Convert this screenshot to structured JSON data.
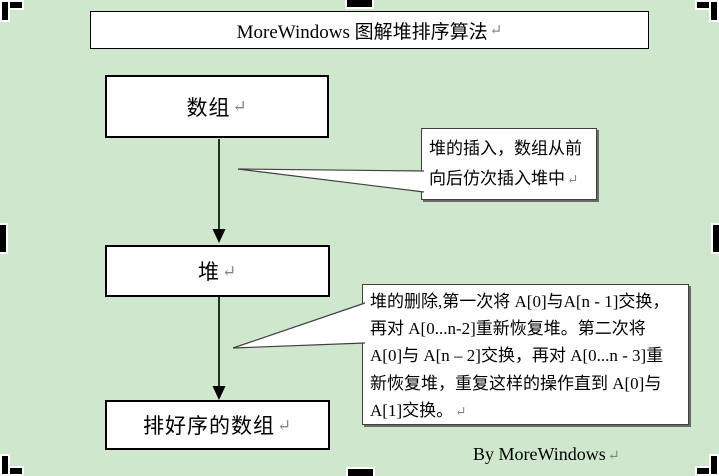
{
  "canvas": {
    "background_color": "#cee7cd",
    "shape_fill_color": "#ffffff",
    "line_color": "#000000",
    "shadow_color": "#6b6b6b"
  },
  "title": {
    "text": "MoreWindows 图解堆排序算法",
    "mark": "↵"
  },
  "flow": {
    "nodes": [
      {
        "label": "数组",
        "mark": "↵"
      },
      {
        "label": "堆",
        "mark": "↵"
      },
      {
        "label": "排好序的数组",
        "mark": "↵"
      }
    ]
  },
  "callouts": [
    {
      "lines": [
        "堆的插入，数组从前",
        "向后仿次插入堆中"
      ],
      "mark": "↵"
    },
    {
      "lines": [
        "堆的删除,第一次将 A[0]与A[n - 1]交换，",
        "再对 A[0...n-2]重新恢复堆。第二次将",
        "A[0]与 A[n – 2]交换，再对 A[0...n - 3]重",
        "新恢复堆，重复这样的操作直到 A[0]与",
        "A[1]交换。"
      ],
      "mark": "↵"
    }
  ],
  "credit": {
    "text": "By MoreWindows",
    "mark": "↵"
  }
}
